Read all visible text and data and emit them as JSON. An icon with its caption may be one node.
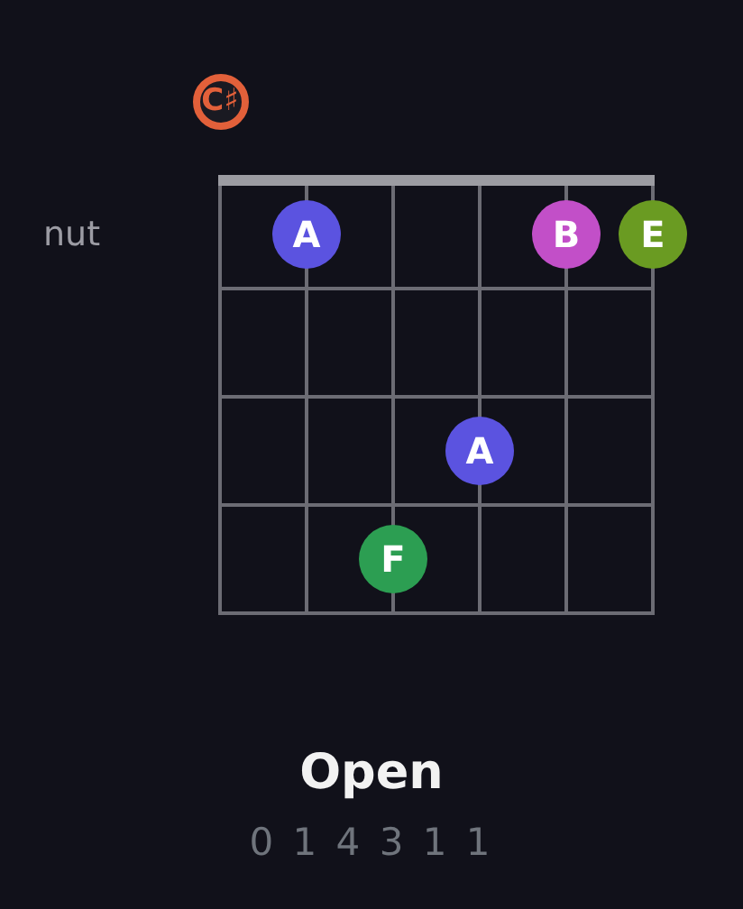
{
  "diagram": {
    "title": "Open",
    "nodes": [
      {
        "text": [
          "C♯"
        ]
      },
      {
        "text": [
          "A"
        ]
      },
      {
        "text": [
          "B"
        ]
      },
      {
        "text": [
          "E"
        ]
      },
      {
        "text": [
          "A"
        ]
      },
      {
        "text": [
          "F"
        ]
      }
    ],
    "labels": [
      "nut",
      "0 1 4 3 1 1"
    ]
  }
}
